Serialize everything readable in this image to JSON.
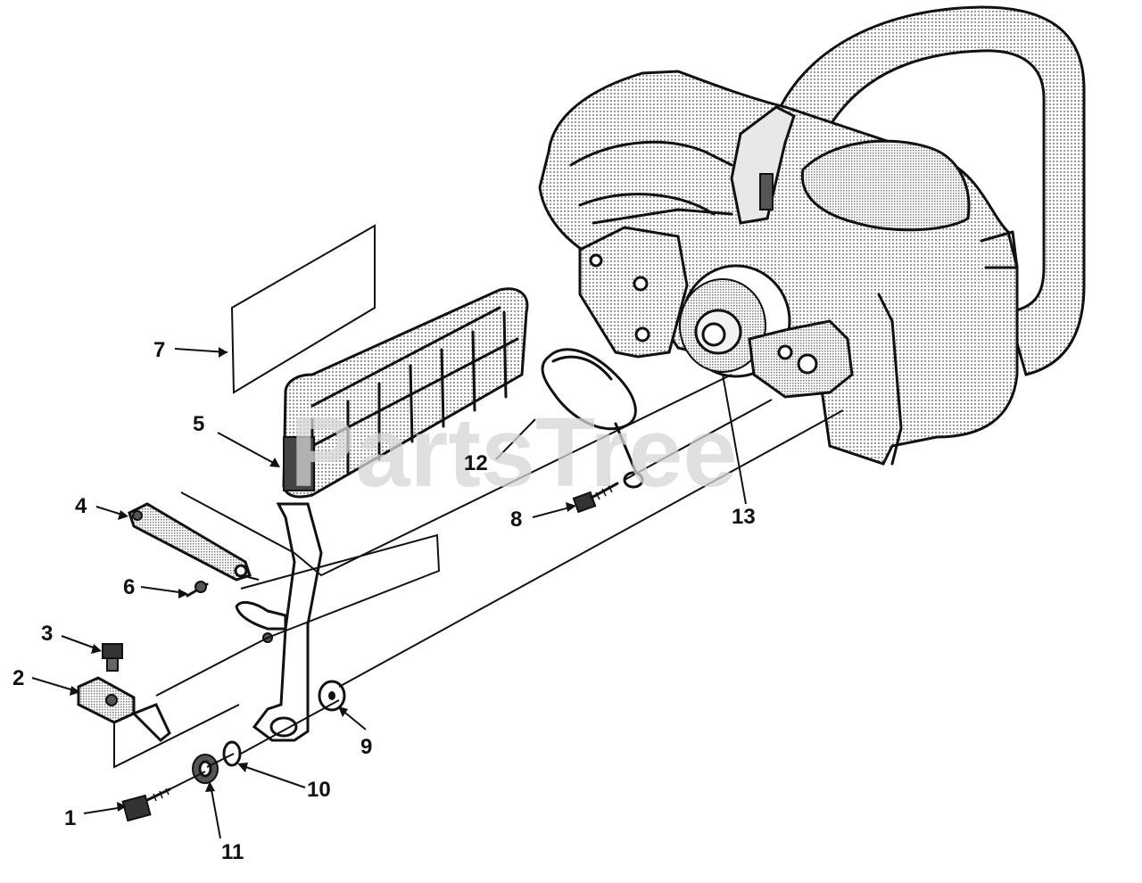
{
  "diagram": {
    "watermark": "PartsTree",
    "callouts": [
      {
        "id": "1",
        "label": "1"
      },
      {
        "id": "2",
        "label": "2"
      },
      {
        "id": "3",
        "label": "3"
      },
      {
        "id": "4",
        "label": "4"
      },
      {
        "id": "5",
        "label": "5"
      },
      {
        "id": "6",
        "label": "6"
      },
      {
        "id": "7",
        "label": "7"
      },
      {
        "id": "8",
        "label": "8"
      },
      {
        "id": "9",
        "label": "9"
      },
      {
        "id": "10",
        "label": "10"
      },
      {
        "id": "11",
        "label": "11"
      },
      {
        "id": "12",
        "label": "12"
      },
      {
        "id": "13",
        "label": "13"
      }
    ]
  }
}
